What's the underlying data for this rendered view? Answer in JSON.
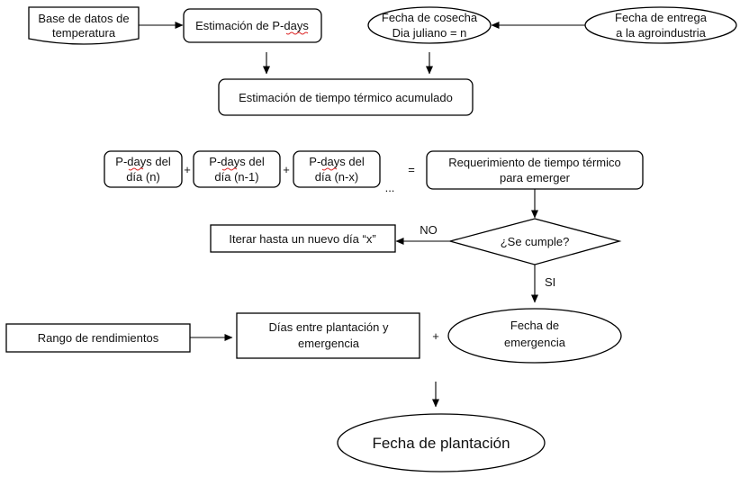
{
  "nodes": {
    "base_datos": [
      "Base de datos de",
      "temperatura"
    ],
    "estimacion_pdays": "Estimación de P-days",
    "fecha_cosecha": [
      "Fecha de cosecha",
      "Dia juliano = n"
    ],
    "fecha_entrega": [
      "Fecha de entrega",
      "a la agroindustria"
    ],
    "tiempo_termico": "Estimación de tiempo térmico acumulado",
    "pdays_n": [
      "P-days del",
      "día (n)"
    ],
    "pdays_n1": [
      "P-days del",
      "día (n-1)"
    ],
    "pdays_nx": [
      "P-days del",
      "día (n-x)"
    ],
    "requerimiento": [
      "Requerimiento de tiempo térmico",
      "para emerger"
    ],
    "se_cumple": "¿Se cumple?",
    "iterar": "Iterar hasta un nuevo día “x”",
    "rango": "Rango de rendimientos",
    "dias_entre": [
      "Días entre plantación y",
      "emergencia"
    ],
    "fecha_emergencia": [
      "Fecha de",
      "emergencia"
    ],
    "fecha_plantacion": "Fecha de plantación"
  },
  "operators": {
    "plus1": "+",
    "plus2": "+",
    "ellipsis": "...",
    "equals": "=",
    "plus3": "+"
  },
  "edge_labels": {
    "no": "NO",
    "si": "SI"
  },
  "colors": {
    "stroke": "#000000",
    "spellcheck_underline": "#dd2222"
  }
}
